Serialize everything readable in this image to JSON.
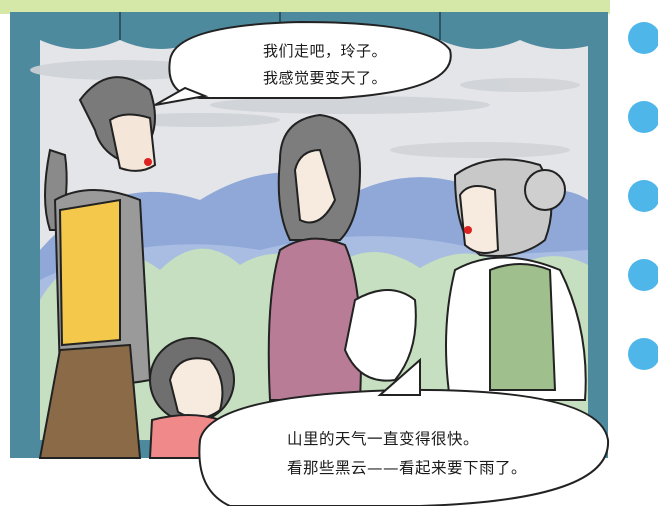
{
  "panel": {
    "speech_top": {
      "line1": "我们走吧，玲子。",
      "line2": "我感觉要变天了。"
    },
    "speech_bottom": {
      "line1": "山里的天气一直变得很快。",
      "line2": "看那些黑云——看起来要下雨了。"
    }
  },
  "colors": {
    "frame_blue": "#4d8a9e",
    "sky": "#dcdfe2",
    "mountain": "#8fa8d8",
    "trees": "#c5dfc0",
    "margin_dots": "#4fb6ea",
    "top_strip": "#d6e8a8"
  }
}
